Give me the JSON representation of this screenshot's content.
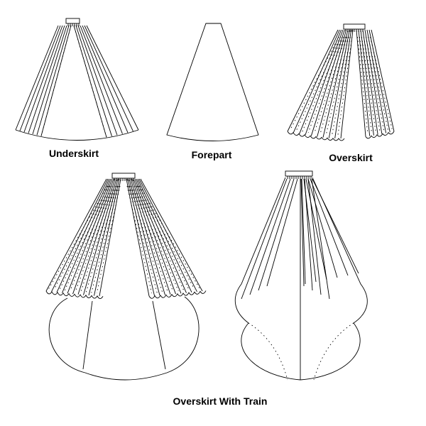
{
  "labels": {
    "underskirt": "Underskirt",
    "forepart": "Forepart",
    "overskirt": "Overskirt",
    "train": "Overskirt With Train"
  },
  "colors": {
    "line": "#000000",
    "background": "#ffffff"
  }
}
